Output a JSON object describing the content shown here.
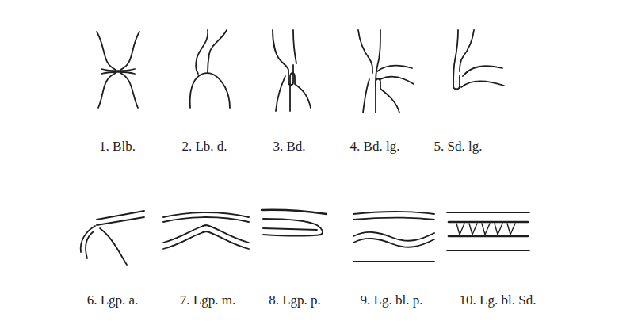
{
  "diagram": {
    "labels": [
      "1. Blb.",
      "2. Lb. d.",
      "3. Bd.",
      "4. Bd. lg.",
      "5. Sd. lg.",
      "6. Lgp. a.",
      "7. Lgp. m.",
      "8. Lgp. p.",
      "9. Lg. bl. p.",
      "10. Lg. bl. Sd."
    ]
  }
}
